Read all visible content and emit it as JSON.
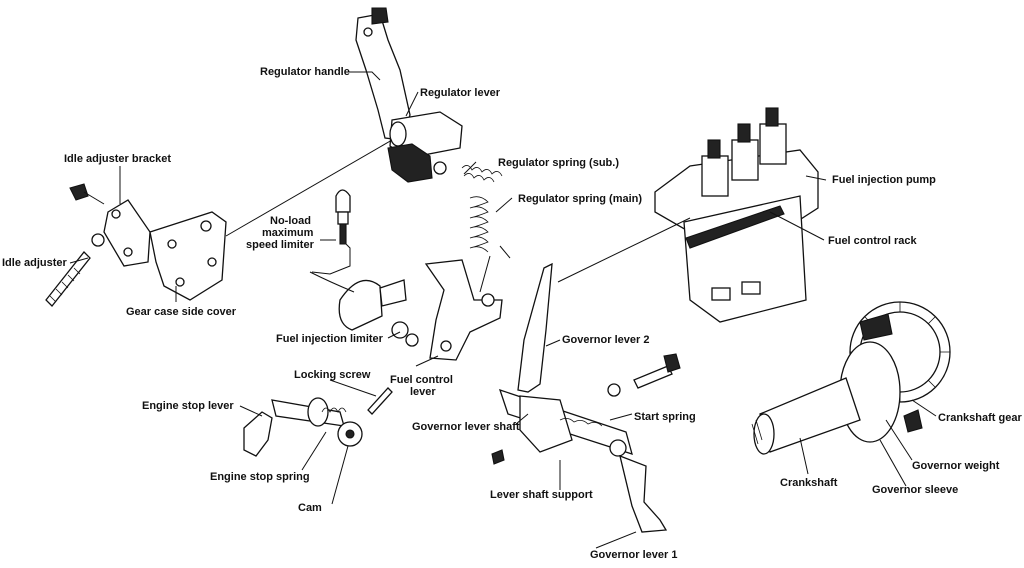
{
  "labels": {
    "regulator_handle": "Regulator handle",
    "regulator_lever": "Regulator lever",
    "idle_adjuster_bracket": "Idle adjuster bracket",
    "regulator_spring_sub": "Regulator spring (sub.)",
    "regulator_spring_main": "Regulator spring (main)",
    "fuel_injection_pump": "Fuel injection pump",
    "no_load_line1": "No-load",
    "no_load_line2": "maximum",
    "no_load_line3": "speed limiter",
    "fuel_control_rack": "Fuel control rack",
    "idle_adjuster": "Idle adjuster",
    "gear_case_side_cover": "Gear case side cover",
    "fuel_injection_limiter": "Fuel injection limiter",
    "governor_lever_2": "Governor lever 2",
    "fuel_control_lever_line1": "Fuel control",
    "fuel_control_lever_line2": "lever",
    "locking_screw": "Locking screw",
    "engine_stop_lever": "Engine stop lever",
    "start_spring": "Start spring",
    "governor_lever_shaft": "Governor lever shaft",
    "crankshaft_gear": "Crankshaft gear",
    "engine_stop_spring": "Engine stop spring",
    "crankshaft": "Crankshaft",
    "governor_weight": "Governor weight",
    "lever_shaft_support": "Lever shaft support",
    "governor_sleeve": "Governor sleeve",
    "cam": "Cam",
    "governor_lever_1": "Governor lever 1"
  }
}
